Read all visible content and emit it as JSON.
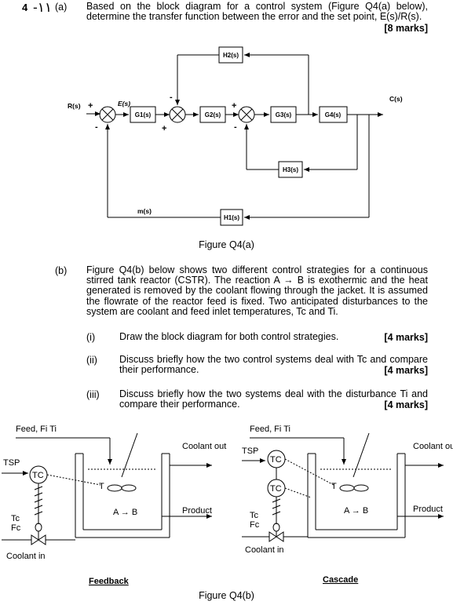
{
  "question": {
    "number": "4",
    "handwritten_mark": "-١١",
    "part_a": {
      "label": "(a)",
      "text": "Based on the block diagram for a control system (Figure Q4(a) below), determine the transfer function between the error and the set point, E(s)/R(s).",
      "marks": "[8 marks]"
    },
    "part_b": {
      "label": "(b)",
      "text": "Figure Q4(b) below shows two different control strategies for a continuous stirred tank reactor (CSTR). The reaction A → B is exothermic and the heat generated is removed by the coolant flowing through the jacket. It is assumed the flowrate of the reactor feed is fixed. Two anticipated disturbances to the system are coolant and feed inlet temperatures, Tc and Ti.",
      "subparts": [
        {
          "label": "(i)",
          "text": "Draw the block diagram for both control strategies.",
          "marks": "[4 marks]"
        },
        {
          "label": "(ii)",
          "text": "Discuss briefly how the two control systems deal with Tc and compare their performance.",
          "marks": "[4 marks]"
        },
        {
          "label": "(iii)",
          "text": "Discuss briefly how the two systems deal with the disturbance Ti and compare their performance.",
          "marks": "[4 marks]"
        }
      ]
    }
  },
  "figure_a": {
    "caption": "Figure Q4(a)",
    "blocks": {
      "G1": "G1(s)",
      "G2": "G2(s)",
      "G3": "G3(s)",
      "G4": "G4(s)",
      "H1": "H1(s)",
      "H2": "H2(s)",
      "H3": "H3(s)"
    },
    "signals": {
      "R": "R(s)",
      "E": "E(s)",
      "C": "C(s)",
      "m": "m(s)"
    },
    "signs": {
      "plus": "+",
      "minus": "-"
    }
  },
  "figure_b": {
    "caption": "Figure Q4(b)",
    "feedback": {
      "title": "Feedback",
      "feed": "Feed, Fi Ti",
      "tsp": "TSP",
      "tc": "TC",
      "coolant_out": "Coolant out",
      "t_label": "T",
      "reaction": "A → B",
      "product": "Product",
      "tc_sub": "Tc",
      "fc_sub": "Fc",
      "coolant_in": "Coolant in"
    },
    "cascade": {
      "title": "Cascade",
      "feed": "Feed, Fi Ti",
      "tsp": "TSP",
      "tc_top": "TC",
      "tc_bottom": "TC",
      "coolant_out": "Coolant out",
      "t_label": "T",
      "reaction": "A → B",
      "product": "Product",
      "tc_sub": "Tc",
      "fc_sub": "Fc",
      "coolant_in": "Coolant in"
    }
  }
}
